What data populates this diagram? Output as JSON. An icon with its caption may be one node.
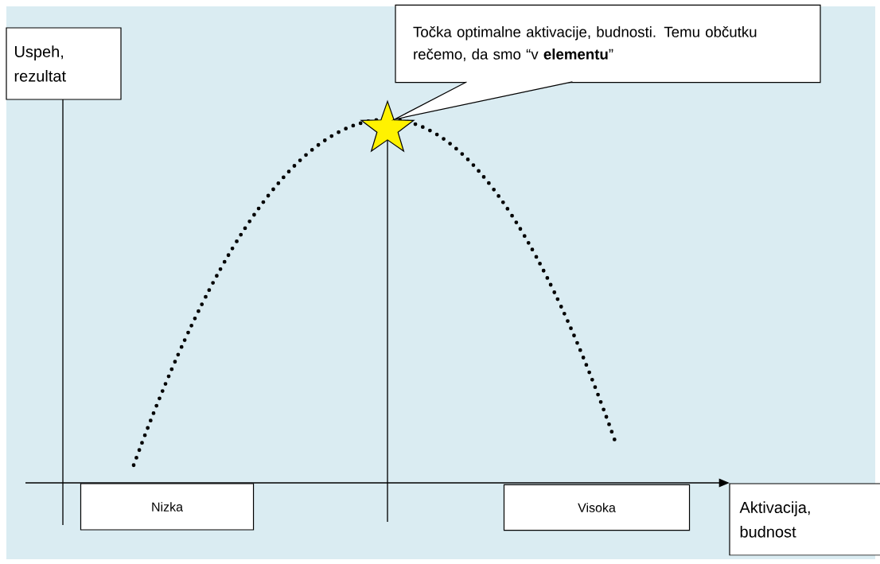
{
  "diagram": {
    "nodes": [
      {
        "text": [
          "Točka optimalne aktivacije, budnosti. Temu občutku rečemo, da smo “v **elementu**”"
        ]
      },
      {
        "text": [
          "Uspeh, rezultat"
        ]
      },
      {
        "text": [
          "Nizka"
        ]
      },
      {
        "text": [
          "Visoka"
        ]
      },
      {
        "text": [
          "Aktivacija, budnost"
        ]
      }
    ]
  }
}
